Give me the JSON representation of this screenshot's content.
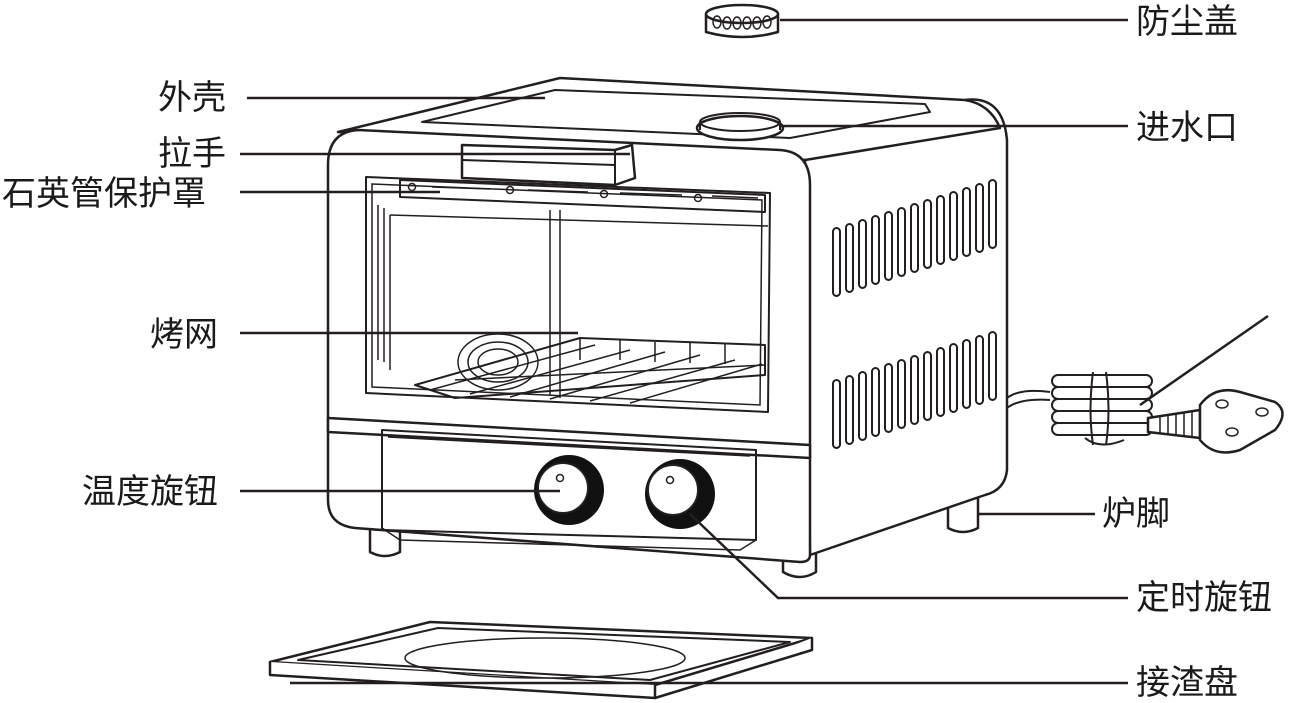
{
  "labels": {
    "dust_cap": "防尘盖",
    "housing": "外壳",
    "water_inlet": "进水口",
    "handle": "拉手",
    "quartz_guard": "石英管保护罩",
    "grill_rack": "烤网",
    "power_cord": "",
    "temp_knob": "温度旋钮",
    "feet": "炉脚",
    "timer_knob": "定时旋钮",
    "crumb_tray": "接渣盘"
  },
  "colors": {
    "line": "#231f20",
    "text": "#1a1a1a",
    "background": "#ffffff",
    "knob": "#111111"
  }
}
